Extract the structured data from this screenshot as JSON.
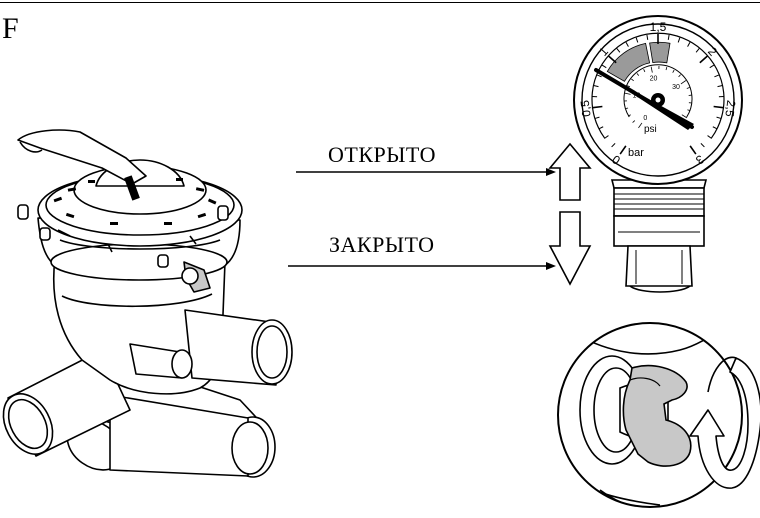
{
  "figure": {
    "letter": "F"
  },
  "labels": {
    "open": "ОТКРЫТО",
    "closed": "ЗАКРЫТО"
  },
  "gauge": {
    "bar_ticks": [
      "0",
      "0,5",
      "1",
      "1,5",
      "2",
      "2,5",
      "3"
    ],
    "bar_unit": "bar",
    "psi_ticks": [
      "0",
      "10",
      "20",
      "30"
    ],
    "psi_unit": "psi"
  },
  "icons": {
    "valve": "multiport-valve-illustration",
    "gauge": "pressure-gauge-icon",
    "arrow_up": "arrow-up-outline-icon",
    "arrow_down": "arrow-down-outline-icon",
    "knob": "wing-knob-icon",
    "rotate": "rotate-arrow-icon"
  },
  "colors": {
    "line": "#000000",
    "zone_fill": "#9a9a9a",
    "knob_fill": "#c8c8c8",
    "background": "#ffffff"
  }
}
